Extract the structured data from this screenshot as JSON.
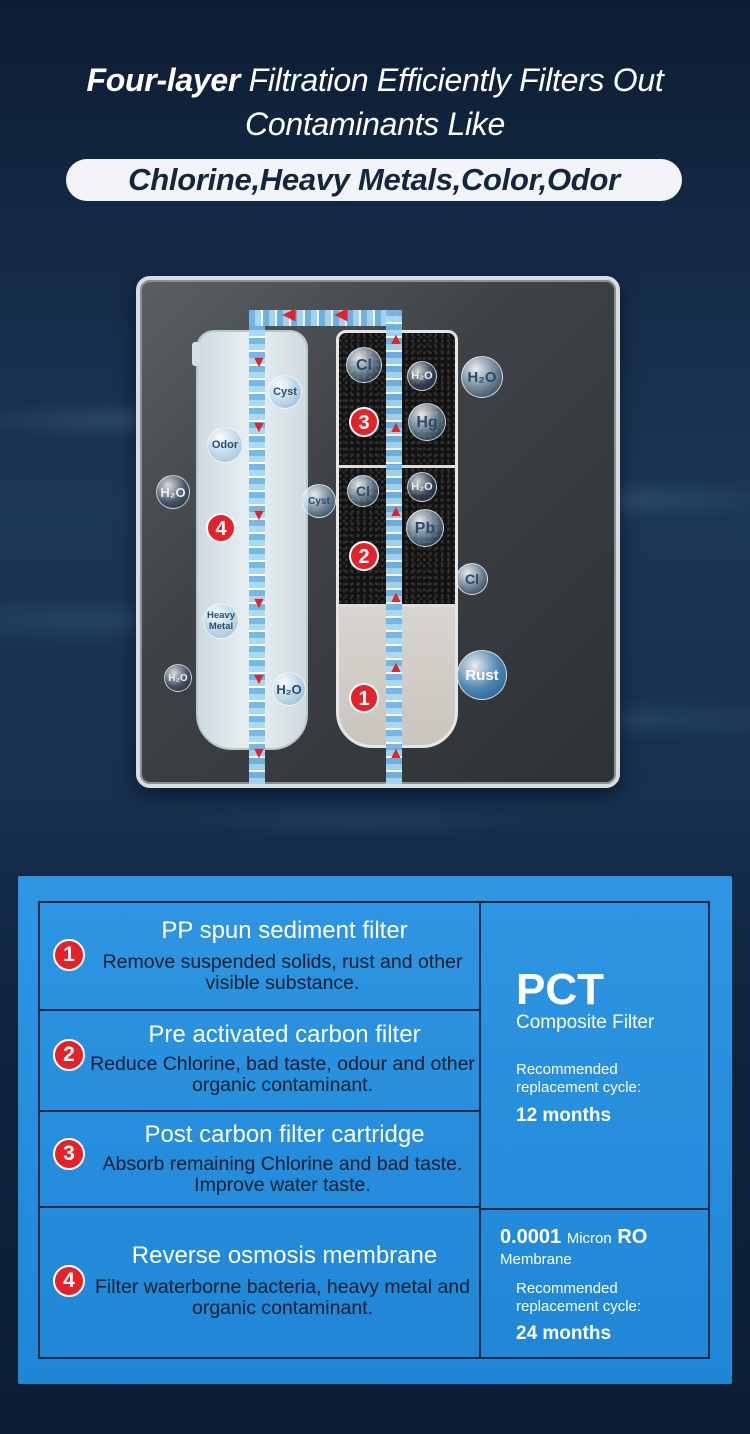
{
  "header": {
    "line1_bold": "Four-layer",
    "line1_rest": " Filtration Efficiently Filters Out",
    "line2": "Contaminants Like",
    "pill": "Chlorine,Heavy Metals,Color,Odor"
  },
  "diagram": {
    "bubbles": {
      "cyst": "Cyst",
      "odor": "Odor",
      "heavy_metal_1": "Heavy",
      "heavy_metal_2": "Metal",
      "h2o": "H₂O",
      "cl": "Cl",
      "hg": "Hg",
      "pb": "Pb",
      "rust": "Rust"
    },
    "numbers": [
      "1",
      "2",
      "3",
      "4"
    ]
  },
  "filters": [
    {
      "num": "1",
      "title": "PP spun sediment filter",
      "desc": "Remove suspended solids, rust and other visible substance."
    },
    {
      "num": "2",
      "title": "Pre activated carbon filter",
      "desc": "Reduce Chlorine, bad taste, odour and other organic contaminant."
    },
    {
      "num": "3",
      "title": "Post carbon filter cartridge",
      "desc": "Absorb remaining Chlorine and bad taste. Improve water taste."
    },
    {
      "num": "4",
      "title": "Reverse osmosis membrane",
      "desc": "Filter waterborne bacteria, heavy metal and organic contaminant."
    }
  ],
  "pct": {
    "name": "PCT",
    "subtitle": "Composite Filter",
    "cycle_label": "Recommended replacement cycle:",
    "cycle_value": "12 months"
  },
  "ro": {
    "size": "0.0001",
    "unit": "Micron",
    "type": "RO",
    "subtitle": "Membrane",
    "cycle_label": "Recommended replacement cycle:",
    "cycle_value": "24 months"
  }
}
